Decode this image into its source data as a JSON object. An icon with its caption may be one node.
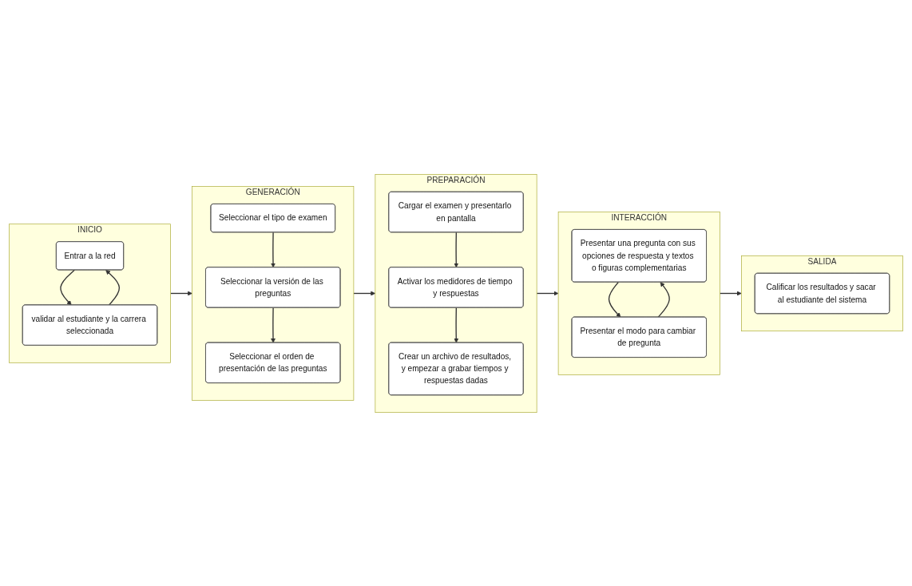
{
  "diagram": {
    "nodes": [
      {
        "text": [
          "INICIO"
        ]
      },
      {
        "text": [
          "Entrar a la red"
        ],
        "in": 0
      },
      {
        "text": [
          "validar al estudiante y la carrera seleccionada"
        ],
        "in": 0
      },
      {
        "text": [
          "GENERACIÓN"
        ]
      },
      {
        "text": [
          "Seleccionar el tipo de examen"
        ],
        "in": 3
      },
      {
        "text": [
          "Seleccionar la versión de las preguntas"
        ],
        "in": 3
      },
      {
        "text": [
          "Seleccionar el orden de presentación de las preguntas"
        ],
        "in": 3
      },
      {
        "text": [
          "PREPARACIÓN"
        ]
      },
      {
        "text": [
          "Cargar el examen y presentarlo en pantalla"
        ],
        "in": 7
      },
      {
        "text": [
          "Activar los medidores de tiempo y respuestas"
        ],
        "in": 7
      },
      {
        "text": [
          "Crear un archivo de resultados, y empezar a grabar tiempos y respuestas dadas"
        ],
        "in": 7
      },
      {
        "text": [
          "INTERACCIÓN"
        ]
      },
      {
        "text": [
          "Presentar una pregunta con sus opciones de respuesta y textos o figuras complementarias"
        ],
        "in": 11
      },
      {
        "text": [
          "Presentar el modo para cambiar de pregunta"
        ],
        "in": 11
      },
      {
        "text": [
          "SALIDA"
        ]
      },
      {
        "text": [
          "Calificar los resultados y sacar al estudiante del sistema"
        ],
        "in": 14
      }
    ],
    "edges": [
      {
        "from": 1,
        "to": 2,
        "arrow": "to"
      },
      {
        "from": 2,
        "to": 1,
        "arrow": "to"
      },
      {
        "from": 0,
        "to": 3,
        "arrow": "to"
      },
      {
        "from": 4,
        "to": 5,
        "arrow": "to"
      },
      {
        "from": 5,
        "to": 6,
        "arrow": "to"
      },
      {
        "from": 3,
        "to": 7,
        "arrow": "to"
      },
      {
        "from": 8,
        "to": 9,
        "arrow": "to"
      },
      {
        "from": 9,
        "to": 10,
        "arrow": "to"
      },
      {
        "from": 7,
        "to": 11,
        "arrow": "to"
      },
      {
        "from": 12,
        "to": 13,
        "arrow": "to"
      },
      {
        "from": 13,
        "to": 12,
        "arrow": "to"
      },
      {
        "from": 11,
        "to": 14,
        "arrow": "to"
      }
    ]
  }
}
